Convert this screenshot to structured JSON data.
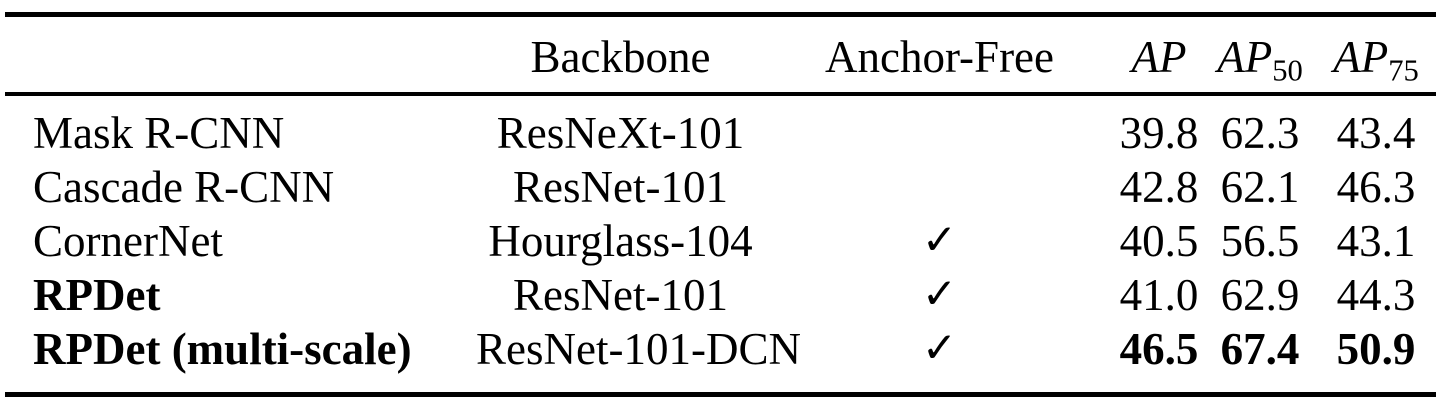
{
  "table": {
    "header": {
      "method": "",
      "backbone": "Backbone",
      "anchor_free": "Anchor-Free",
      "ap": {
        "base": "AP",
        "sub": ""
      },
      "ap50": {
        "base": "AP",
        "sub": "50"
      },
      "ap75": {
        "base": "AP",
        "sub": "75"
      }
    },
    "rows": [
      {
        "method": "Mask R-CNN",
        "backbone": "ResNeXt-101",
        "anchor_free": "",
        "ap": "39.8",
        "ap50": "62.3",
        "ap75": "43.4"
      },
      {
        "method": "Cascade R-CNN",
        "backbone": "ResNet-101",
        "anchor_free": "",
        "ap": "42.8",
        "ap50": "62.1",
        "ap75": "46.3"
      },
      {
        "method": "CornerNet",
        "backbone": "Hourglass-104",
        "anchor_free": "✓",
        "ap": "40.5",
        "ap50": "56.5",
        "ap75": "43.1"
      },
      {
        "method": "RPDet",
        "backbone": "ResNet-101",
        "anchor_free": "✓",
        "ap": "41.0",
        "ap50": "62.9",
        "ap75": "44.3"
      },
      {
        "method": "RPDet (multi-scale)",
        "backbone": "ResNet-101-DCN",
        "anchor_free": "✓",
        "ap": "46.5",
        "ap50": "67.4",
        "ap75": "50.9"
      }
    ],
    "colors": {
      "text": "#000000",
      "rule": "#000000",
      "background": "#ffffff"
    }
  }
}
